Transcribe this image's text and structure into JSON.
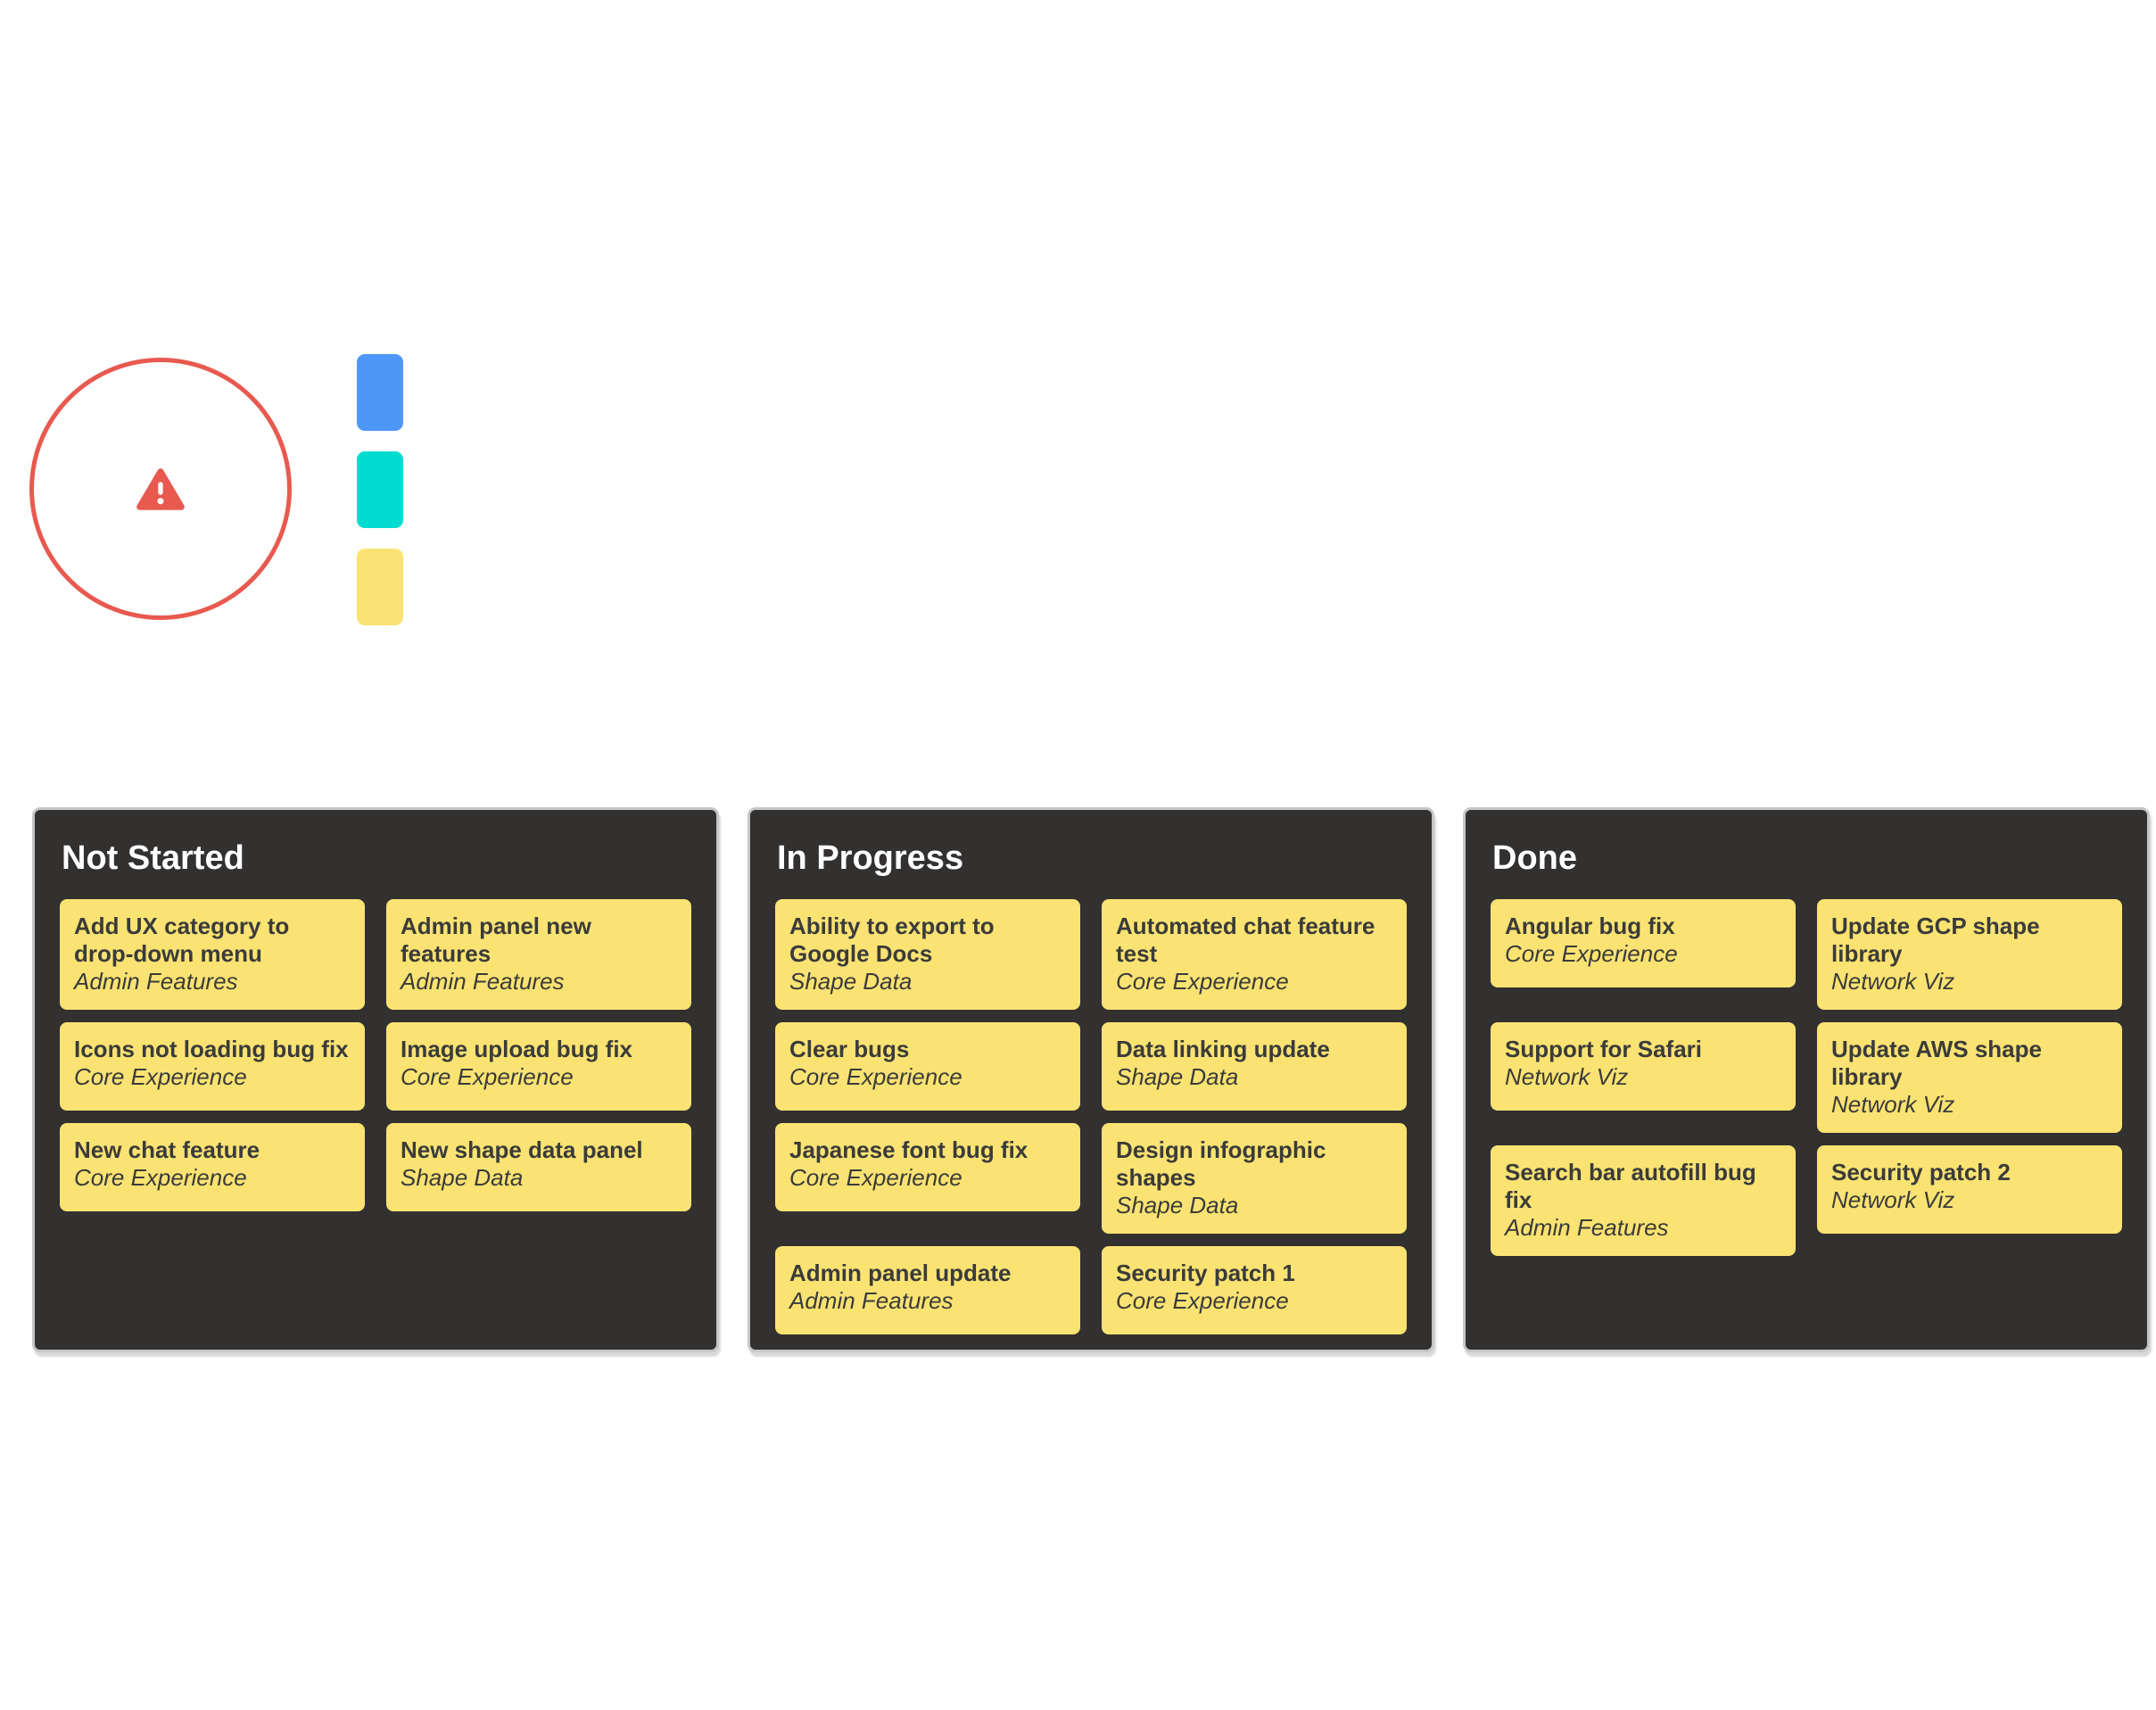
{
  "colors": {
    "canvas_bg": "#ffffff",
    "panel_bg": "#333030",
    "panel_border": "#c6c6c6",
    "panel_shadow": "#d8d8d8",
    "panel_title": "#ffffff",
    "card_bg": "#fae372",
    "card_text": "#3b3b3b",
    "warning": "#e8594f",
    "chip_blue": "#4f97f7",
    "chip_teal": "#00ddd0",
    "chip_yellow": "#fae372"
  },
  "decorations": {
    "warning_circle": {
      "icon": "warning-triangle-icon",
      "color": "#e8594f"
    },
    "chips": [
      {
        "name": "blue",
        "color": "#4f97f7"
      },
      {
        "name": "teal",
        "color": "#00ddd0"
      },
      {
        "name": "yellow",
        "color": "#fae372"
      }
    ]
  },
  "board": {
    "columns": [
      {
        "title": "Not Started",
        "cards": [
          {
            "title": "Add UX category to drop-down menu",
            "category": "Admin Features"
          },
          {
            "title": "Admin panel new features",
            "category": "Admin Features"
          },
          {
            "title": "Icons not loading bug fix",
            "category": "Core Experience"
          },
          {
            "title": "Image upload bug fix",
            "category": "Core Experience"
          },
          {
            "title": "New chat feature",
            "category": "Core Experience"
          },
          {
            "title": "New shape data panel",
            "category": "Shape Data"
          }
        ]
      },
      {
        "title": "In Progress",
        "cards": [
          {
            "title": "Ability to export to Google Docs",
            "category": "Shape Data"
          },
          {
            "title": "Automated chat feature test",
            "category": "Core Experience"
          },
          {
            "title": "Clear bugs",
            "category": "Core Experience"
          },
          {
            "title": "Data linking update",
            "category": "Shape Data"
          },
          {
            "title": "Japanese font bug fix",
            "category": "Core Experience"
          },
          {
            "title": "Design infographic shapes",
            "category": "Shape Data"
          },
          {
            "title": "Admin panel update",
            "category": "Admin Features"
          },
          {
            "title": "Security patch 1",
            "category": "Core Experience"
          }
        ]
      },
      {
        "title": "Done",
        "cards": [
          {
            "title": "Angular bug fix",
            "category": "Core Experience"
          },
          {
            "title": "Update GCP shape library",
            "category": "Network Viz"
          },
          {
            "title": "Support for Safari",
            "category": "Network Viz"
          },
          {
            "title": "Update AWS shape library",
            "category": "Network Viz"
          },
          {
            "title": "Search bar autofill bug fix",
            "category": "Admin Features"
          },
          {
            "title": "Security patch 2",
            "category": "Network Viz"
          }
        ]
      }
    ]
  }
}
